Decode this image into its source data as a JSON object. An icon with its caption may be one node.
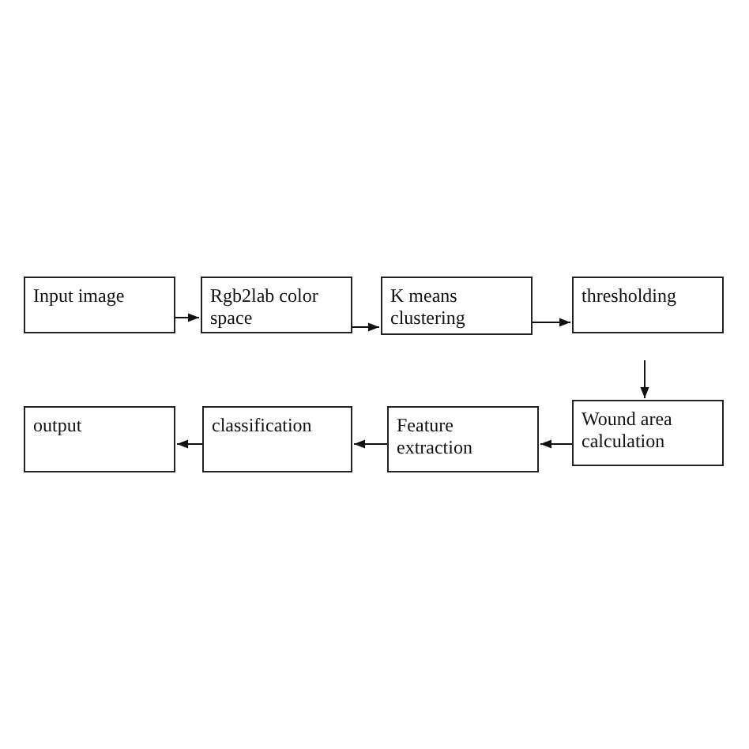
{
  "diagram": {
    "nodes": [
      {
        "text": [
          "Input image"
        ]
      },
      {
        "text": [
          "Rgb2lab color space"
        ]
      },
      {
        "text": [
          "K means clustering"
        ]
      },
      {
        "text": [
          "thresholding"
        ]
      },
      {
        "text": [
          "Wound area calculation"
        ]
      },
      {
        "text": [
          "Feature extraction"
        ]
      },
      {
        "text": [
          "classification"
        ]
      },
      {
        "text": [
          "output"
        ]
      }
    ],
    "edges": [
      {
        "from": 0,
        "to": 1,
        "arrow": "to"
      },
      {
        "from": 1,
        "to": 2,
        "arrow": "to"
      },
      {
        "from": 2,
        "to": 3,
        "arrow": "to"
      },
      {
        "from": 3,
        "to": 4,
        "arrow": "to"
      },
      {
        "from": 4,
        "to": 5,
        "arrow": "to"
      },
      {
        "from": 5,
        "to": 6,
        "arrow": "to"
      },
      {
        "from": 6,
        "to": 7,
        "arrow": "to"
      }
    ]
  }
}
